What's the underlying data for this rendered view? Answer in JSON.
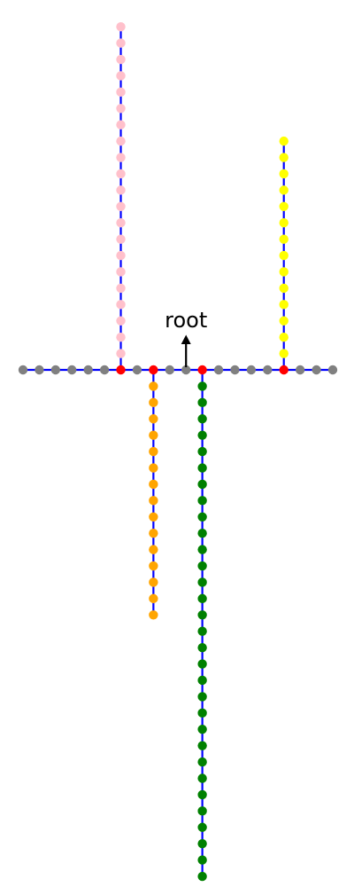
{
  "diagram": {
    "root_label": "root",
    "colors": {
      "edge": "#0000ff",
      "main_node": "#808080",
      "junction_node": "#ff0000",
      "arrow": "#000000"
    },
    "main_chain": {
      "node_count": 20,
      "root_index": 10,
      "junction_indices": [
        6,
        8,
        11,
        16
      ]
    },
    "branches": [
      {
        "name": "pink-branch",
        "at_index": 6,
        "direction": "up",
        "node_count": 21,
        "color": "#ffc0cb"
      },
      {
        "name": "orange-branch",
        "at_index": 8,
        "direction": "down",
        "node_count": 15,
        "color": "#ffa500"
      },
      {
        "name": "green-branch",
        "at_index": 11,
        "direction": "down",
        "node_count": 31,
        "color": "#008000"
      },
      {
        "name": "yellow-branch",
        "at_index": 16,
        "direction": "up",
        "node_count": 14,
        "color": "#ffff00"
      }
    ]
  }
}
